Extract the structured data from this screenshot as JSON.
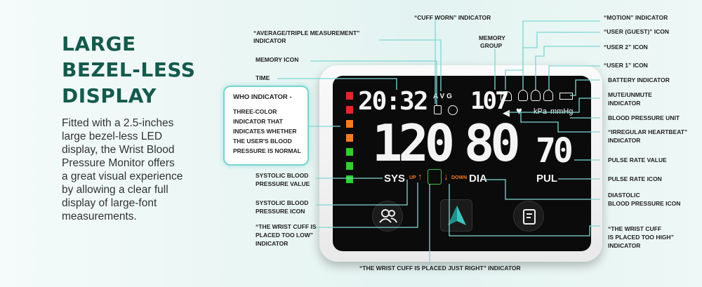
{
  "headline": {
    "line1": "LARGE",
    "line2": "BEZEL-LESS",
    "line3": "DISPLAY"
  },
  "description": [
    "Fitted with a 2.5-inches",
    "large bezel-less LED",
    "display, the Wrist Blood",
    "Pressure Monitor offers",
    "a great visual experience",
    "by allowing a clear full",
    "display of large-font",
    "measurements."
  ],
  "display": {
    "time": "20:32",
    "avg": "AVG",
    "memory_group": "107",
    "systolic": "120",
    "diastolic": "80",
    "pulse": "70",
    "sys_label": "SYS",
    "dia_label": "DIA",
    "pul_label": "PUL",
    "up_label": "UP",
    "down_label": "DOWN",
    "unit_kpa": "kPa",
    "unit_mmhg": "mmHg"
  },
  "who_box": {
    "title": "WHO INDICATOR -",
    "lines": [
      "THREE-COLOR",
      "INDICATOR THAT",
      "INDICATES WHETHER",
      "THE USER'S BLOOD",
      "PRESSURE IS NORMAL"
    ]
  },
  "annotations": {
    "cuff_worn": "“CUFF WORN” INDICATOR",
    "avg_triple_1": "“AVERAGE/TRIPLE MEASUREMENT”",
    "avg_triple_2": "INDICATOR",
    "memory_group_1": "MEMORY",
    "memory_group_2": "GROUP",
    "memory_icon": "MEMORY ICON",
    "time": "TIME",
    "motion": "“MOTION” INDICATOR",
    "user_guest": "“USER (GUEST)” ICON",
    "user2": "“USER 2” ICON",
    "user1": "“USER 1” ICON",
    "battery": "BATTERY INDICATOR",
    "mute_1": "MUTE/UNMUTE",
    "mute_2": "INDICATOR",
    "bp_unit": "BLOOD PRESSURE UNIT",
    "irregular_1": "“IRREGULAR HEARTBEAT”",
    "irregular_2": "INDICATOR",
    "pulse_value": "PULSE RATE VALUE",
    "pulse_icon": "PULSE RATE ICON",
    "diastolic_1": "DIASTOLIC",
    "diastolic_2": "BLOOD PRESSURE ICON",
    "systolic_value_1": "SYSTOLIC BLOOD",
    "systolic_value_2": "PRESSURE VALUE",
    "systolic_icon_1": "SYSTOLIC BLOOD",
    "systolic_icon_2": "PRESSURE ICON",
    "too_low_1": "“THE WRIST CUFF IS",
    "too_low_2": "PLACED TOO LOW”",
    "too_low_3": "INDICATOR",
    "too_high_1": "“THE WRIST CUFF",
    "too_high_2": "IS PLACED TOO HIGH”",
    "too_high_3": "INDICATOR",
    "just_right": "“THE WRIST CUFF IS PLACED JUST RIGHT” INDICATOR"
  },
  "colors": {
    "accent": "#3cc6bf",
    "headline": "#155a4d",
    "who_red": "#e8242a",
    "who_orange": "#f47a20",
    "who_green": "#2ed12a"
  }
}
